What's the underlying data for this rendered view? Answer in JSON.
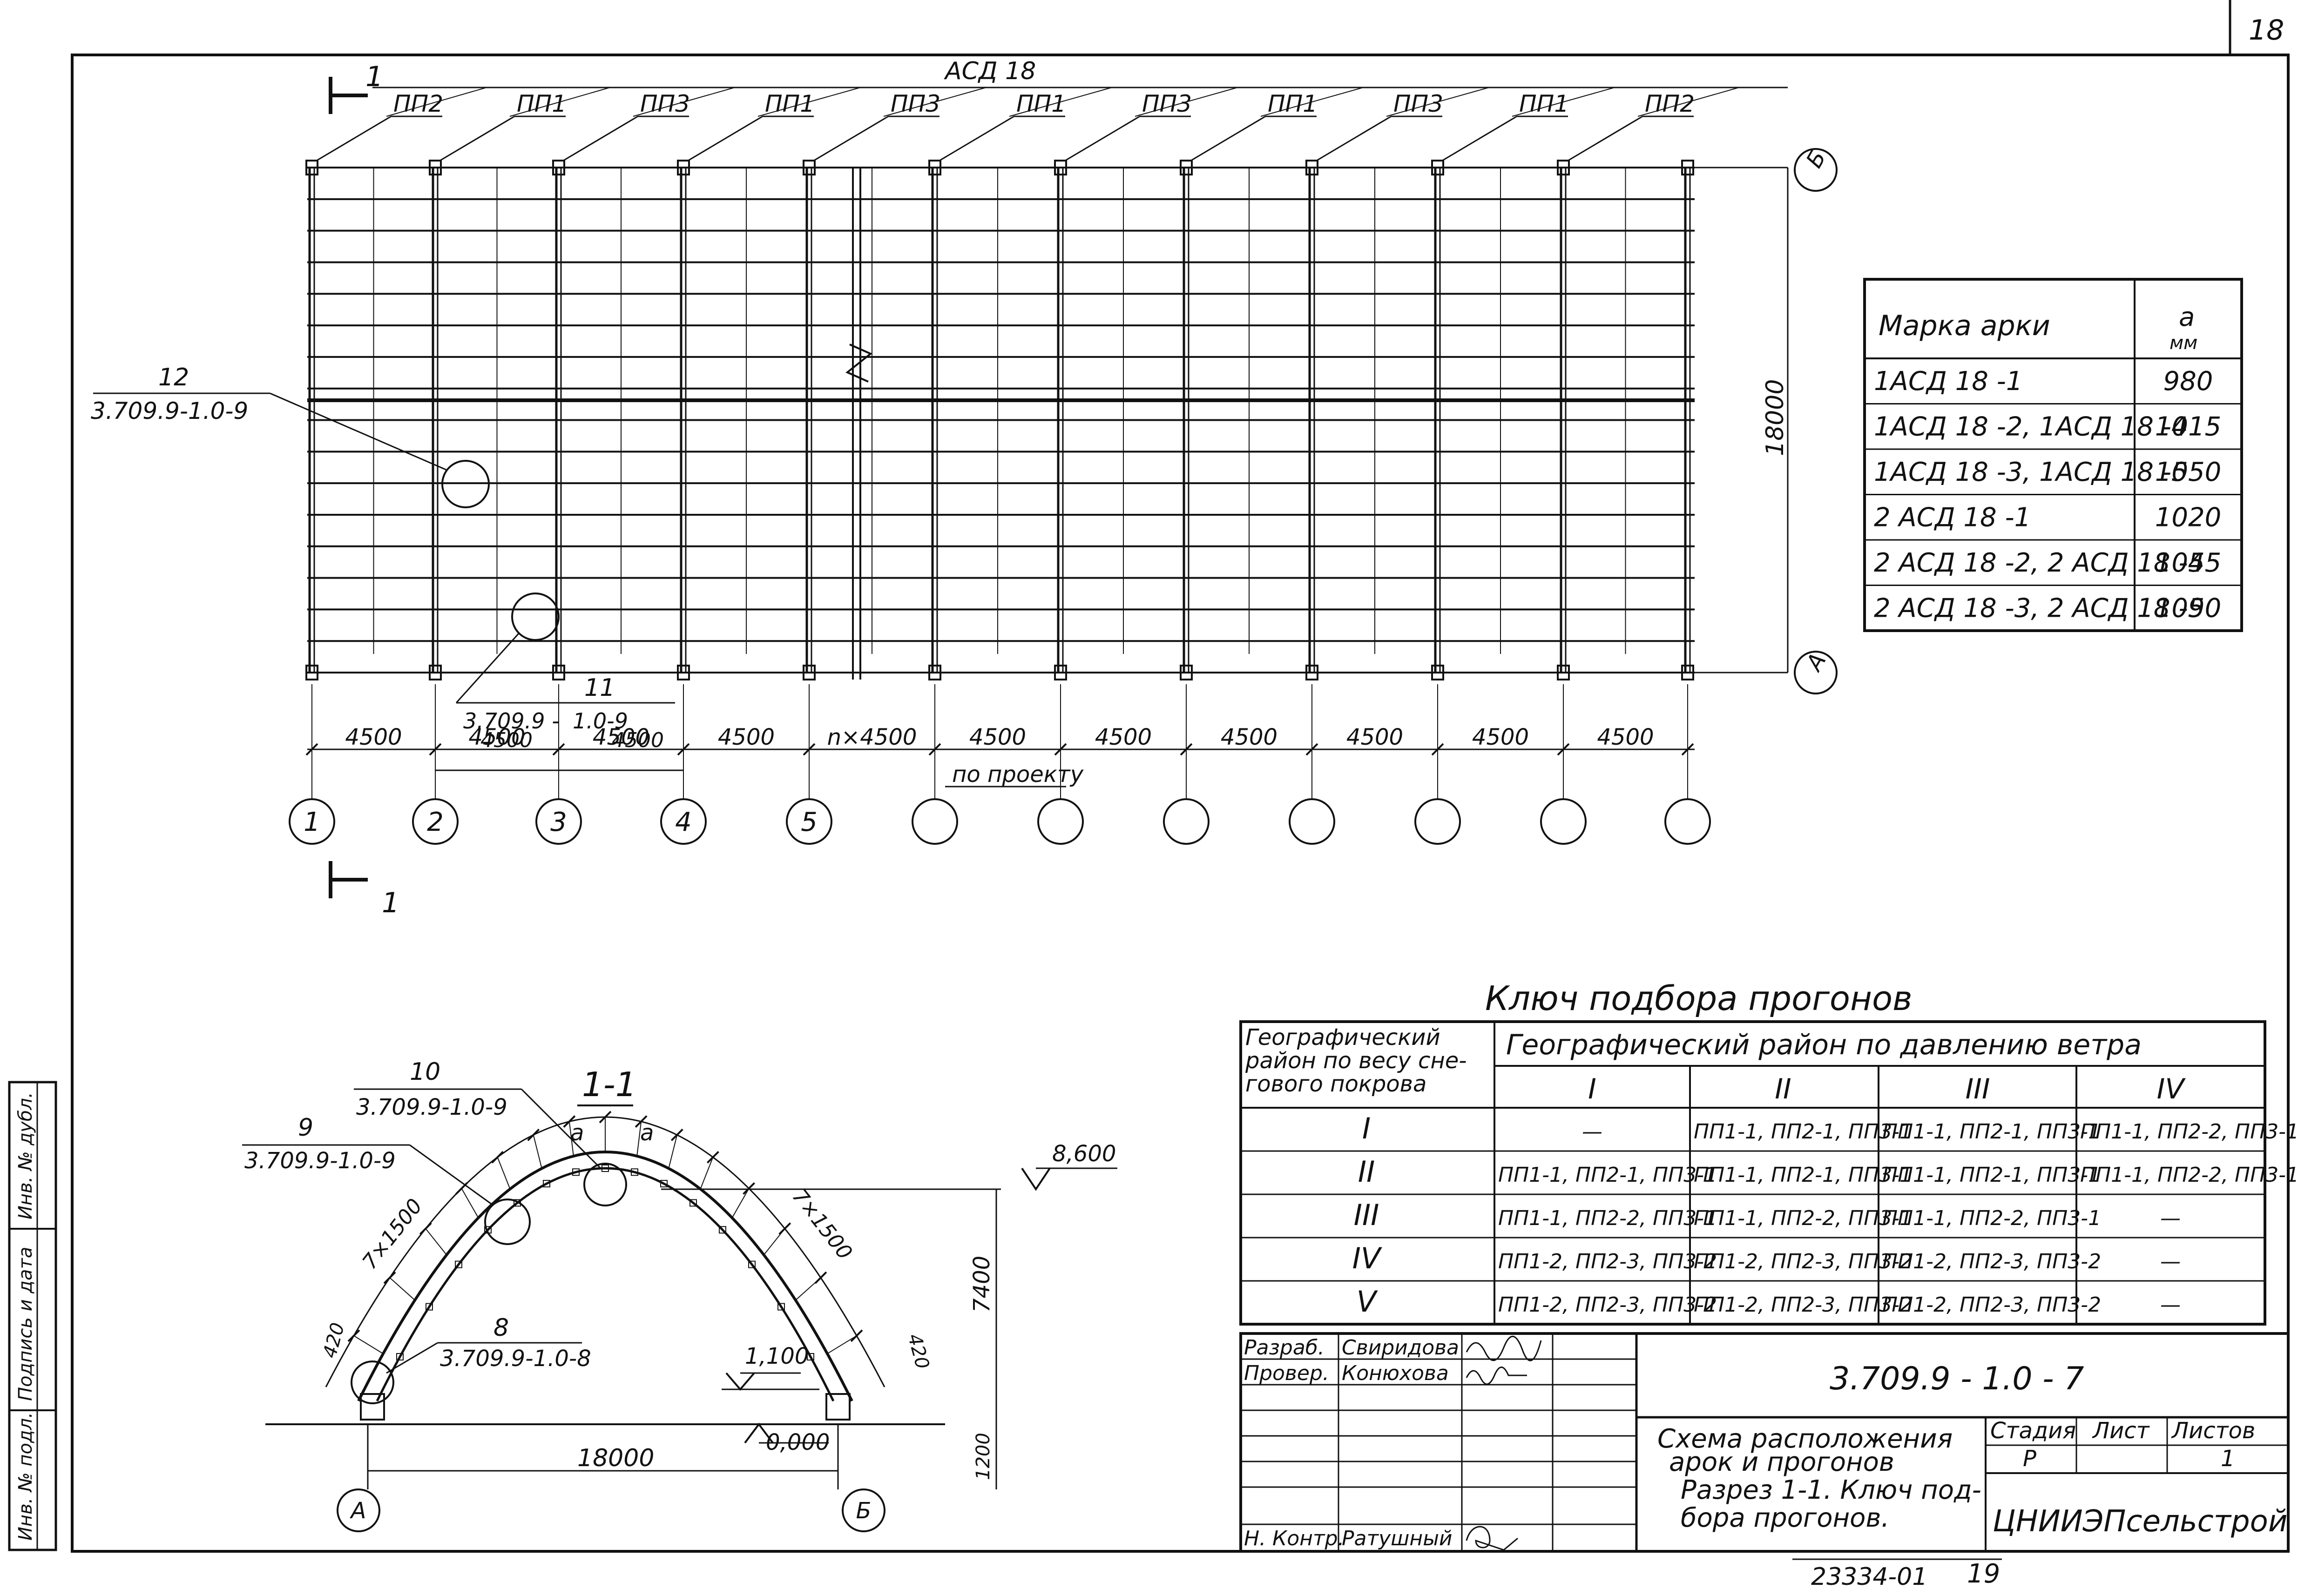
{
  "sheet_number": "18",
  "plan": {
    "arch_mark": "АСД 18",
    "section_mark": "1",
    "purlin_labels": [
      "ПП2",
      "ПП1",
      "ПП3",
      "ПП1",
      "ПП3",
      "ПП1",
      "ПП3",
      "ПП1",
      "ПП3",
      "ПП1",
      "ПП2"
    ],
    "callout_12": {
      "num": "12",
      "ref": "3.709.9-1.0-9"
    },
    "callout_11": {
      "num": "11",
      "ref_a": "3.709.9 -",
      "ref_b": "1.0-9"
    },
    "span_dim": "18000",
    "row_axes": [
      "Б",
      "А"
    ],
    "bay_dims": [
      "4500",
      "4500",
      "4500",
      "4500",
      "n×4500",
      "4500",
      "4500",
      "4500",
      "4500",
      "4500",
      "4500"
    ],
    "second_row_dim": "4500",
    "po_proektu": "по проекту",
    "col_axes": [
      "1",
      "2",
      "3",
      "4",
      "5",
      "",
      "",
      "",
      "",
      "",
      ""
    ]
  },
  "arch_table": {
    "col1_header": "Марка арки",
    "col2_header_a": "a",
    "col2_header_b": "мм",
    "rows": [
      {
        "mark": "1АСД 18 -1",
        "a": "980"
      },
      {
        "mark": "1АСД 18 -2, 1АСД 18 -4",
        "a": "1015"
      },
      {
        "mark": "1АСД 18 -3, 1АСД 18 -5",
        "a": "1050"
      },
      {
        "mark": "2 АСД 18 -1",
        "a": "1020"
      },
      {
        "mark": "2 АСД 18 -2, 2 АСД 18 -4",
        "a": "1055"
      },
      {
        "mark": "2 АСД 18 -3, 2 АСД 18 -5",
        "a": "1090"
      }
    ]
  },
  "section": {
    "title": "1-1",
    "callout_10": {
      "num": "10",
      "ref": "3.709.9-1.0-9"
    },
    "callout_9": {
      "num": "9",
      "ref": "3.709.9-1.0-9"
    },
    "callout_8": {
      "num": "8",
      "ref": "3.709.9-1.0-8"
    },
    "left_spacing": "7×1500",
    "right_spacing": "7×1500",
    "a_mark": "a",
    "elev_top": "8,600",
    "elev_mid": "1,100",
    "elev_zero": "0,000",
    "height_dim": "7400",
    "base_dim": "1200",
    "span_dim": "18000",
    "edge_left": "420",
    "edge_right": "420",
    "axes": [
      "А",
      "Б"
    ]
  },
  "key_table": {
    "title": "Ключ подбора прогонов",
    "corner_header": [
      "Географический",
      "район по весу сне-",
      "гового покрова"
    ],
    "wind_header": "Географический район по давлению ветра",
    "wind_cols": [
      "I",
      "II",
      "III",
      "IV"
    ],
    "rows": [
      {
        "snow": "I",
        "cells": [
          "—",
          "ПП1-1, ПП2-1, ПП3-1",
          "ПП1-1, ПП2-1, ПП3-1",
          "ПП1-1, ПП2-2, ПП3-1"
        ]
      },
      {
        "snow": "II",
        "cells": [
          "ПП1-1, ПП2-1, ПП3-1",
          "ПП1-1, ПП2-1, ПП3-1",
          "ПП1-1, ПП2-1, ПП3-1",
          "ПП1-1, ПП2-2, ПП3-1"
        ]
      },
      {
        "snow": "III",
        "cells": [
          "ПП1-1, ПП2-2, ПП3-1",
          "ПП1-1, ПП2-2, ПП3-1",
          "ПП1-1, ПП2-2, ПП3-1",
          "—"
        ]
      },
      {
        "snow": "IV",
        "cells": [
          "ПП1-2, ПП2-3, ПП3-2",
          "ПП1-2, ПП2-3, ПП3-2",
          "ПП1-2, ПП2-3, ПП3-2",
          "—"
        ]
      },
      {
        "snow": "V",
        "cells": [
          "ПП1-2, ПП2-3, ПП3-2",
          "ПП1-2, ПП2-3, ПП3-2",
          "ПП1-2, ПП2-3, ПП3-2",
          "—"
        ]
      }
    ]
  },
  "title_block": {
    "code": "3.709.9 - 1.0 - 7",
    "razrab_label": "Разраб.",
    "razrab_name": "Свиридова",
    "prover_label": "Провер.",
    "prover_name": "Конюхова",
    "nkontr_label": "Н. Контр.",
    "nkontr_name": "Ратушный",
    "description": [
      "Схема расположения",
      "арок и прогонов",
      "Разрез 1-1. Ключ под-",
      "бора прогонов."
    ],
    "stage_label": "Стадия",
    "sheet_label": "Лист",
    "sheets_label": "Листов",
    "stage_value": "Р",
    "sheets_value": "1",
    "org": "ЦНИИЭПсельстрой"
  },
  "side_stamp": [
    "Инв. № подл.",
    "Подпись и дата",
    "Инв. № дубл."
  ],
  "bottom_number": "23334-01",
  "bottom_page": "19"
}
